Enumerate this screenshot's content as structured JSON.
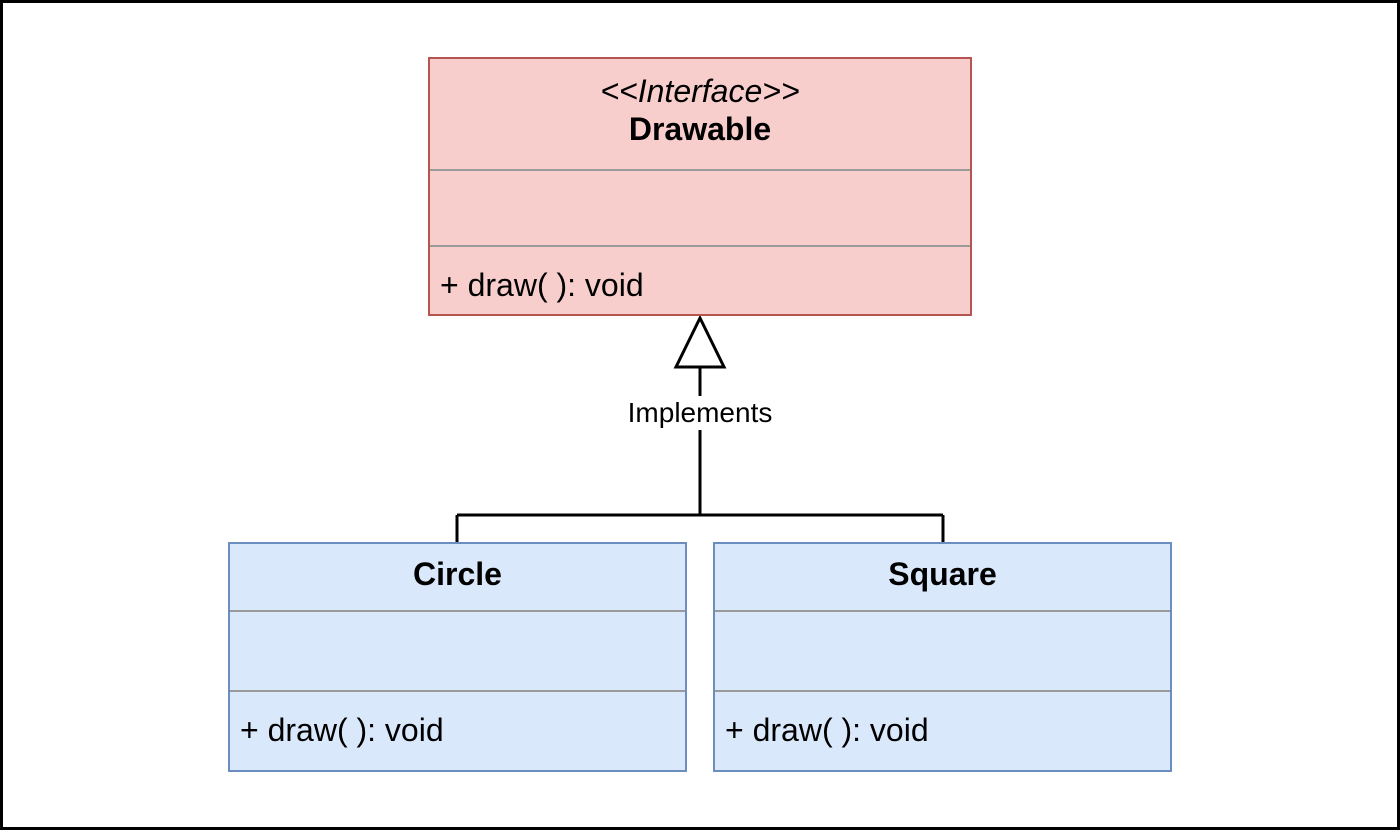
{
  "colors": {
    "interface_fill": "#f8cecc",
    "interface_border": "#b85450",
    "class_fill": "#dae8fc",
    "class_border": "#6c8ebf"
  },
  "interface": {
    "stereotype": "<<Interface>>",
    "name": "Drawable",
    "operation": "+ draw( ): void"
  },
  "classes": [
    {
      "name": "Circle",
      "operation": "+ draw( ): void"
    },
    {
      "name": "Square",
      "operation": "+ draw( ): void"
    }
  ],
  "relationship": {
    "label": "Implements"
  }
}
